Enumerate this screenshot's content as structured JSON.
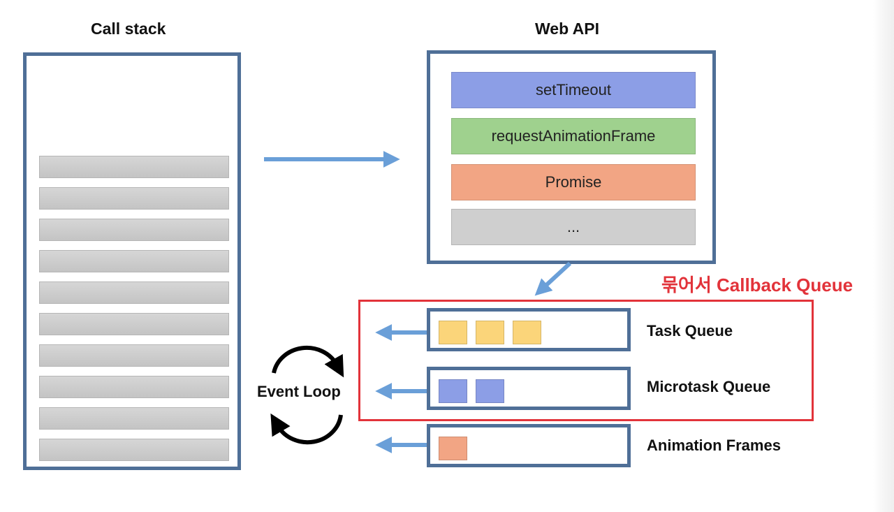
{
  "call_stack": {
    "title": "Call stack",
    "slot_count": 10
  },
  "web_api": {
    "title": "Web API",
    "items": [
      {
        "label": "setTimeout",
        "color": "#8c9ee6"
      },
      {
        "label": "requestAnimationFrame",
        "color": "#9fd18e"
      },
      {
        "label": "Promise",
        "color": "#f2a584"
      },
      {
        "label": "...",
        "color": "#cfcfcf"
      }
    ]
  },
  "callback_queue": {
    "label": "묶어서 Callback Queue",
    "border_color": "#e2333a"
  },
  "queues": [
    {
      "label": "Task Queue",
      "item_count": 3,
      "item_color": "#fbd57a"
    },
    {
      "label": "Microtask Queue",
      "item_count": 2,
      "item_color": "#8c9ee6"
    },
    {
      "label": "Animation Frames",
      "item_count": 1,
      "item_color": "#f2a584"
    }
  ],
  "event_loop": {
    "label": "Event Loop"
  },
  "colors": {
    "box_border": "#4f6f97",
    "arrow": "#6a9fd8"
  }
}
